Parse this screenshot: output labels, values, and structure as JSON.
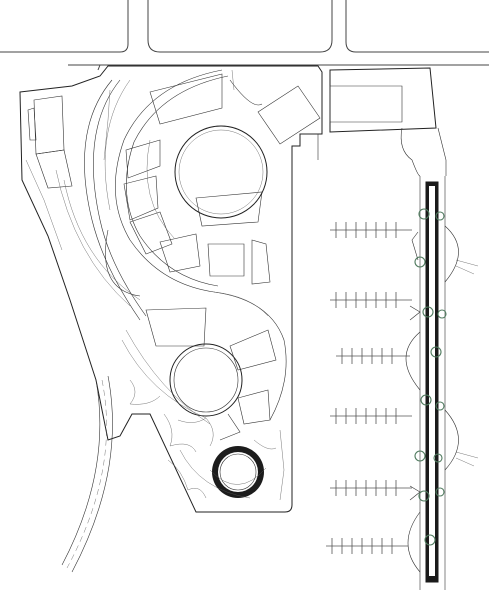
{
  "drawing": {
    "kind": "site-plan",
    "line_color": "#222222",
    "background": "#ffffff",
    "tree_color": "#4f7a5e",
    "rail_color": "#1a1a1a"
  },
  "counts": {
    "piers": 6,
    "stadium_ring_rooms": 12
  }
}
